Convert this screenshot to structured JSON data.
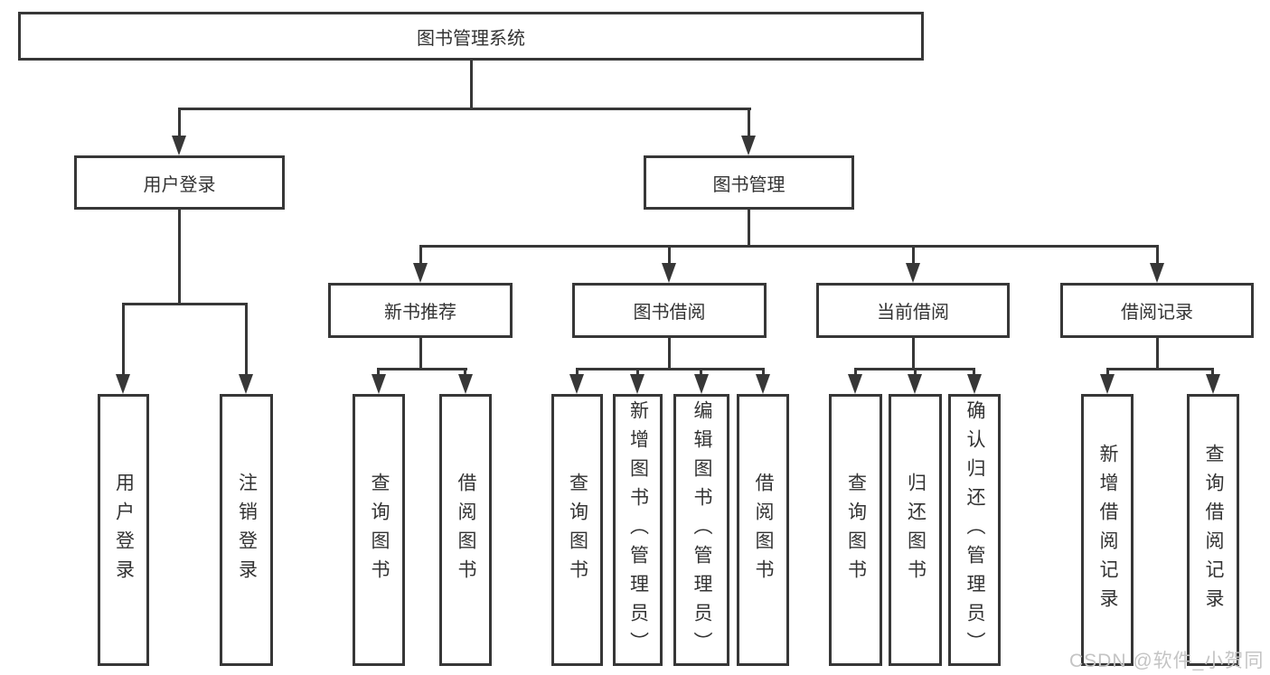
{
  "watermark": {
    "text": "CSDN @软件_小贺同学"
  },
  "colors": {
    "line": "#373737",
    "text": "#333333",
    "watermark": "#c4c4c4",
    "background": "#ffffff"
  },
  "tree": {
    "label": "图书管理系统",
    "children": [
      {
        "label": "用户登录",
        "children": [
          {
            "label": "用户登录"
          },
          {
            "label": "注销登录"
          }
        ]
      },
      {
        "label": "图书管理",
        "children": [
          {
            "label": "新书推荐",
            "children": [
              {
                "label": "查询图书"
              },
              {
                "label": "借阅图书"
              }
            ]
          },
          {
            "label": "图书借阅",
            "children": [
              {
                "label": "查询图书"
              },
              {
                "label": "新增图书（管理员）"
              },
              {
                "label": "编辑图书（管理员）"
              },
              {
                "label": "借阅图书"
              }
            ]
          },
          {
            "label": "当前借阅",
            "children": [
              {
                "label": "查询图书"
              },
              {
                "label": "归还图书"
              },
              {
                "label": "确认归还（管理员）"
              }
            ]
          },
          {
            "label": "借阅记录",
            "children": [
              {
                "label": "新增借阅记录"
              },
              {
                "label": "查询借阅记录"
              }
            ]
          }
        ]
      }
    ]
  }
}
